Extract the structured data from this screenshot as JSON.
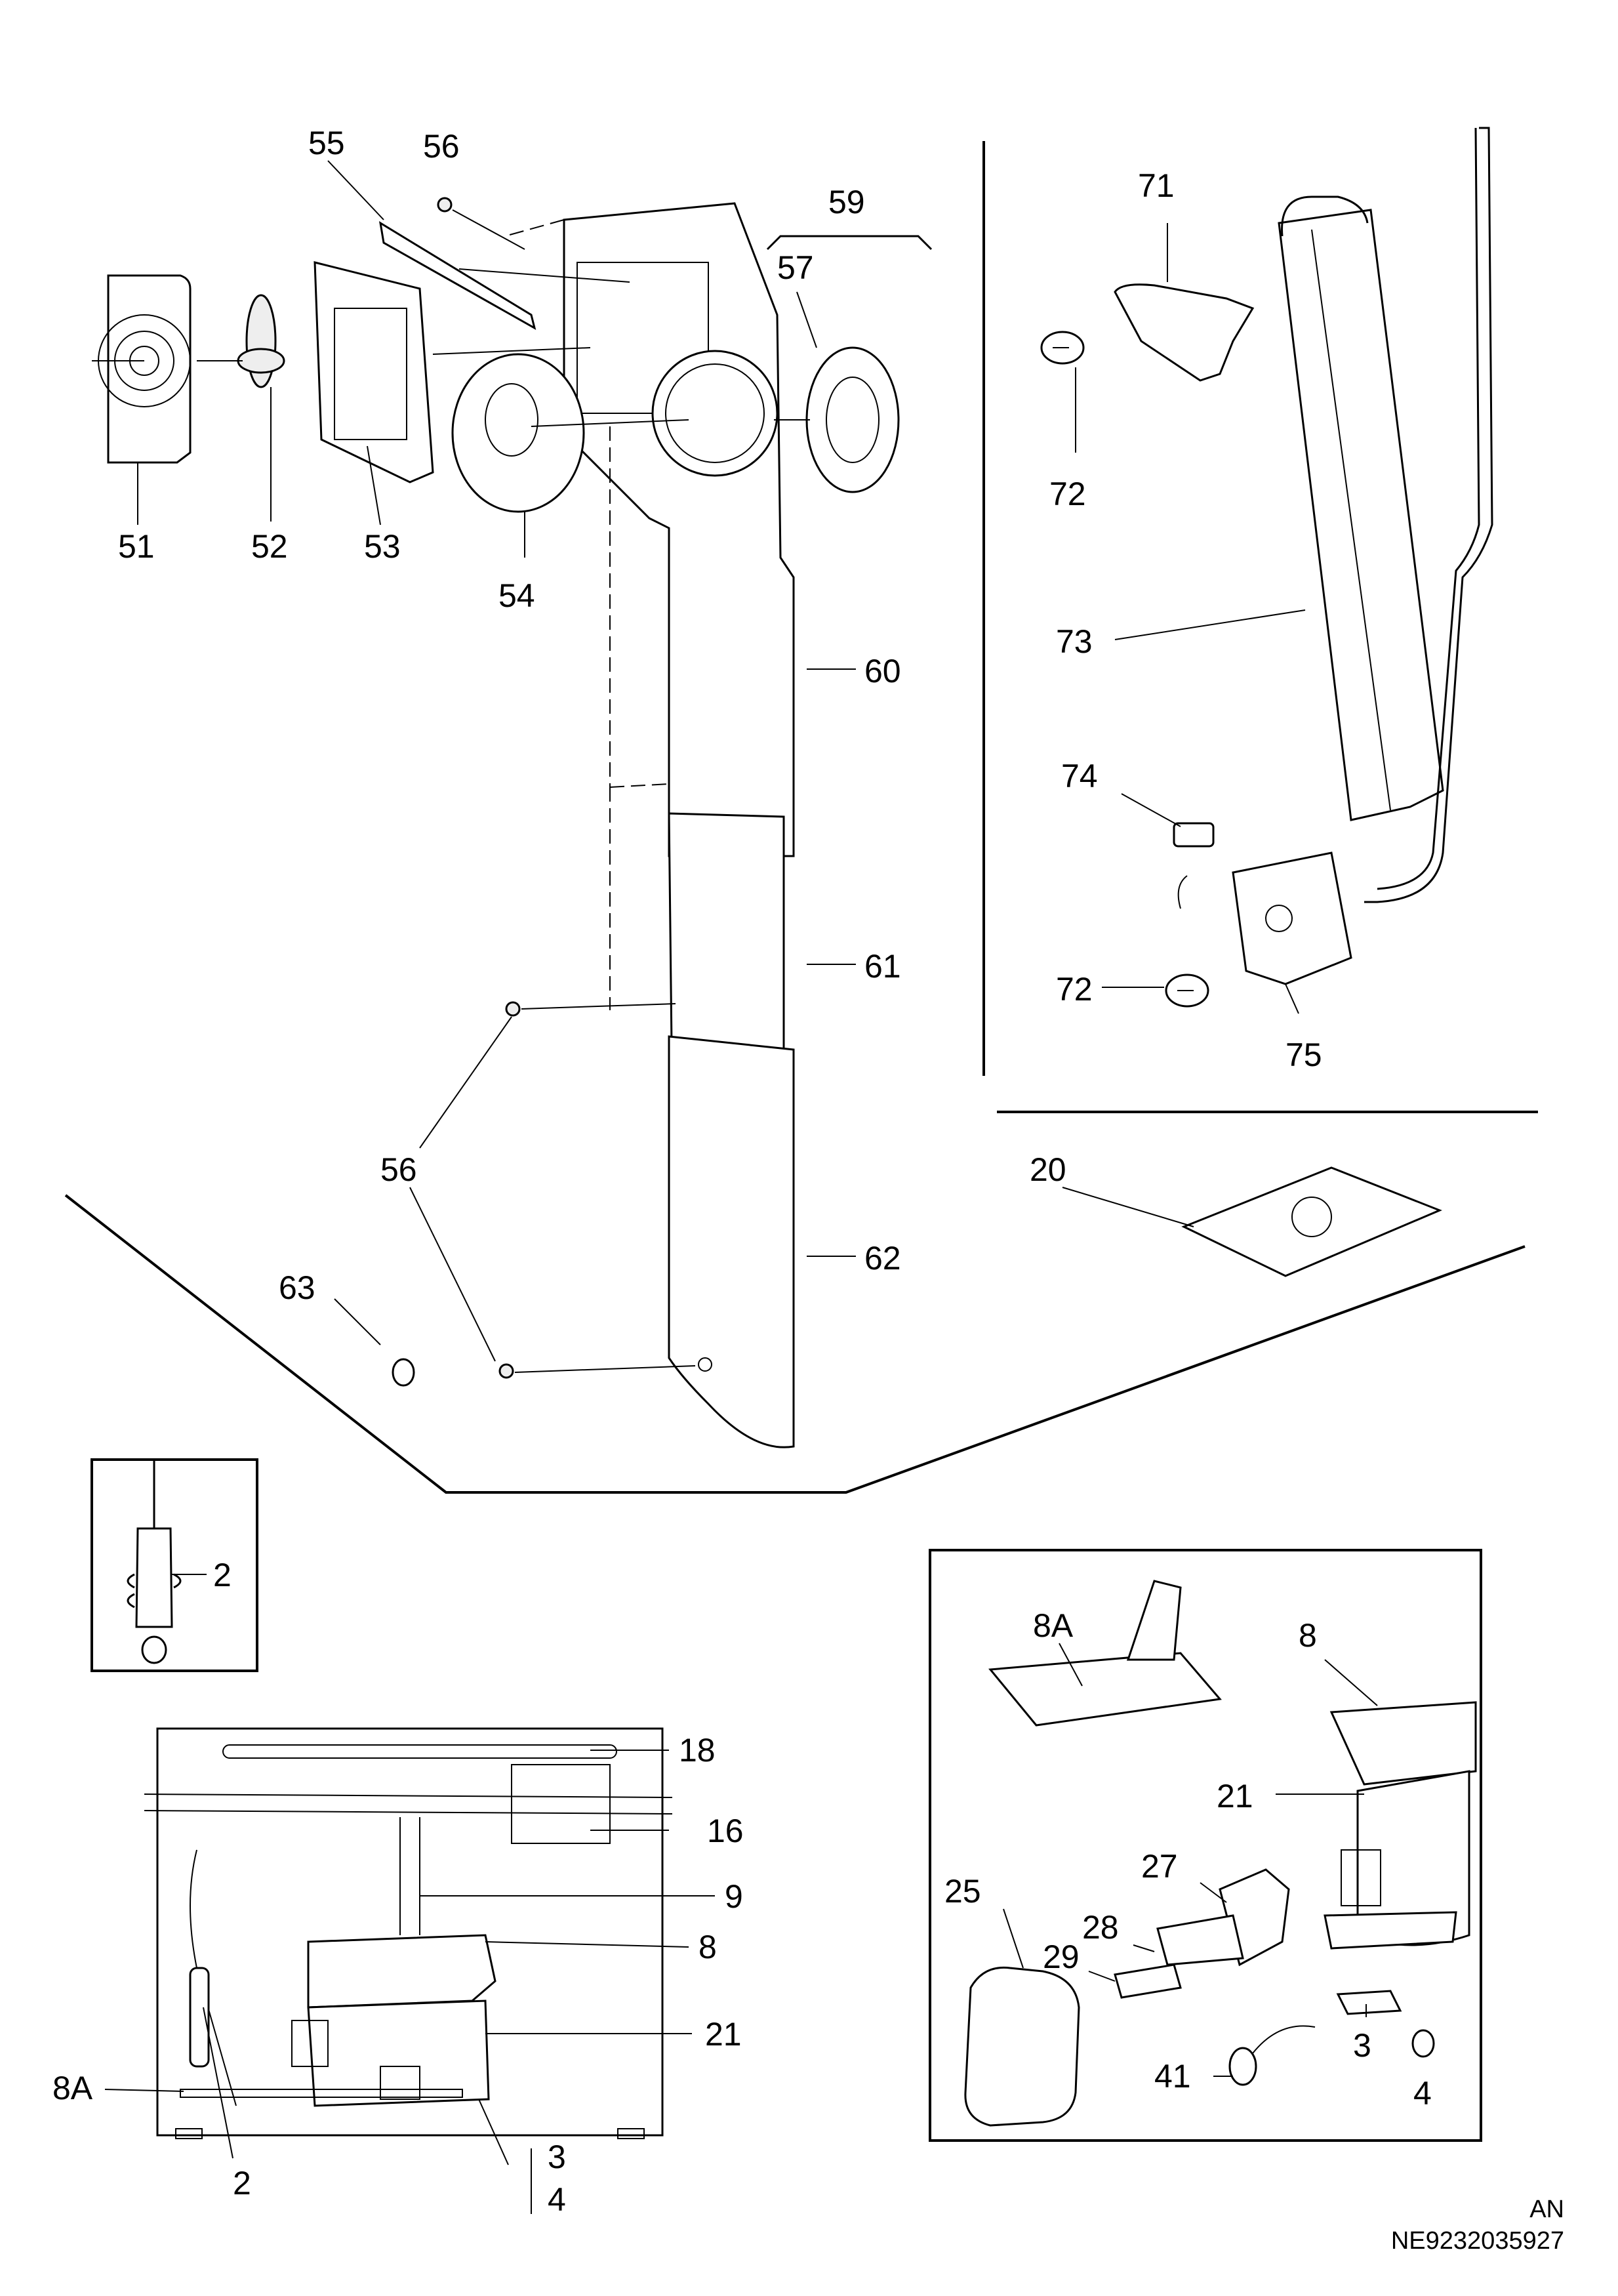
{
  "labels": {
    "l51": "51",
    "l52": "52",
    "l53": "53",
    "l54": "54",
    "l55": "55",
    "l56a": "56",
    "l56b": "56",
    "l57": "57",
    "l59": "59",
    "l60": "60",
    "l61": "61",
    "l62": "62",
    "l63": "63",
    "l71": "71",
    "l72a": "72",
    "l72b": "72",
    "l73": "73",
    "l74": "74",
    "l75": "75",
    "l20": "20",
    "l2a": "2",
    "l18": "18",
    "l16": "16",
    "l9": "9",
    "l8a": "8",
    "l21a": "21",
    "l8Aa": "8A",
    "l2b": "2",
    "l3a": "3",
    "l4a": "4",
    "l8Ab": "8A",
    "l8b": "8",
    "l21b": "21",
    "l25": "25",
    "l27": "27",
    "l28": "28",
    "l29": "29",
    "l41": "41",
    "l3b": "3",
    "l4b": "4"
  },
  "footer": {
    "an": "AN",
    "code": "NE9232035927"
  }
}
